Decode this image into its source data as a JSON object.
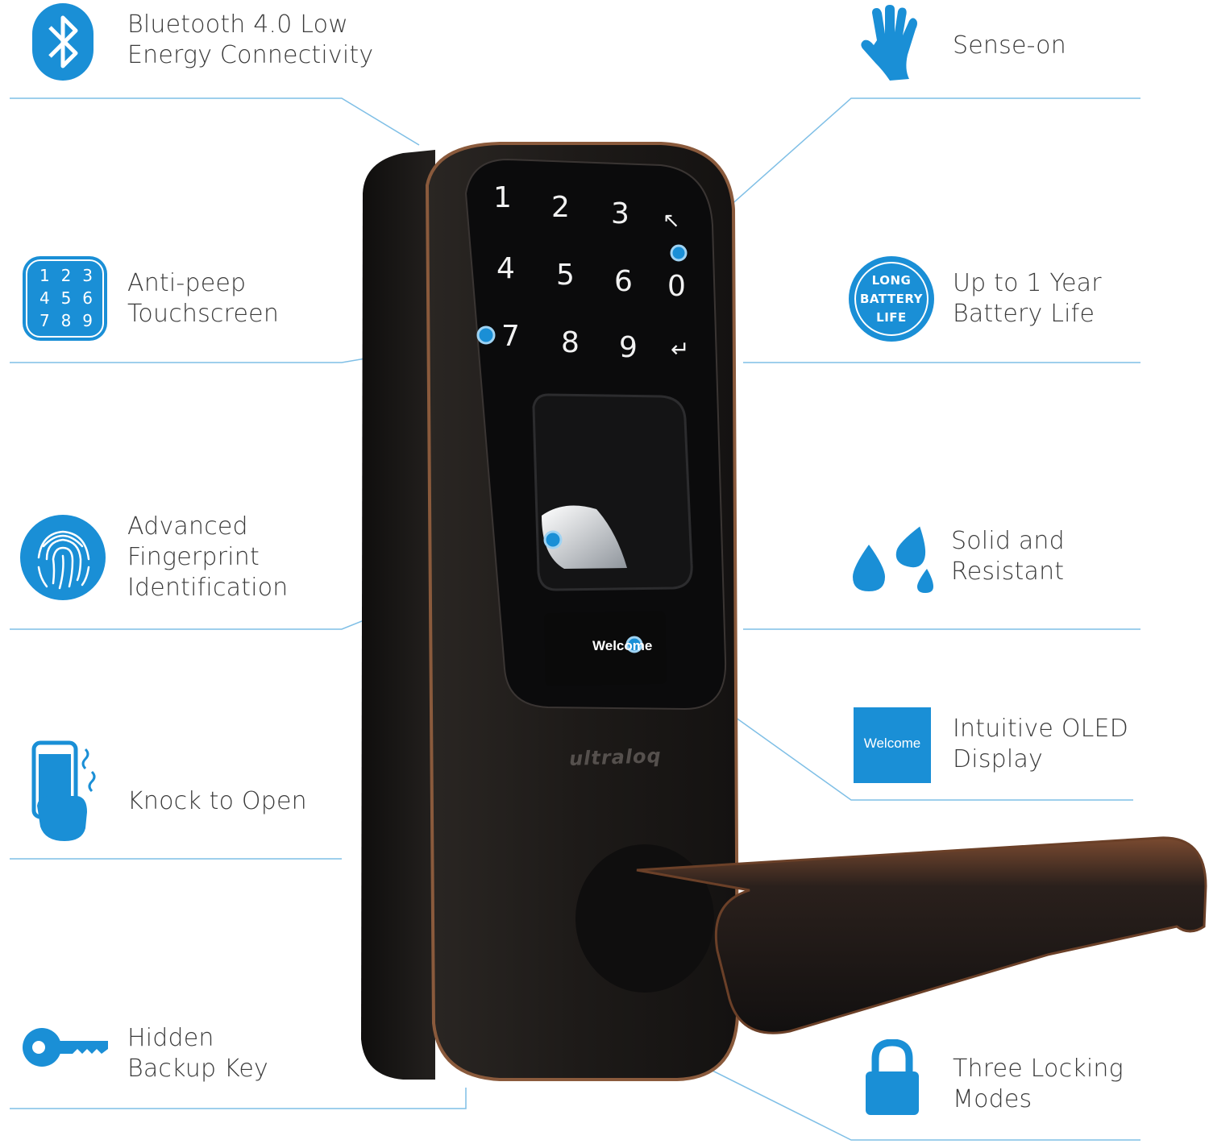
{
  "features": {
    "bluetooth": {
      "line1": "Bluetooth 4.0 Low",
      "line2": "Energy Connectivity"
    },
    "anti_peep": {
      "line1": "Anti-peep",
      "line2": "Touchscreen"
    },
    "fingerprint": {
      "line1": "Advanced",
      "line2": "Fingerprint",
      "line3": "Identification"
    },
    "knock": {
      "line1": "Knock to Open"
    },
    "backup_key": {
      "line1": "Hidden",
      "line2": "Backup Key"
    },
    "sense_on": {
      "line1": "Sense-on"
    },
    "battery": {
      "line1": "Up to 1 Year",
      "line2": "Battery Life"
    },
    "resistant": {
      "line1": "Solid and",
      "line2": "Resistant"
    },
    "oled": {
      "line1": "Intuitive OLED",
      "line2": "Display"
    },
    "locking": {
      "line1": "Three Locking",
      "line2": "Modes"
    }
  },
  "icons": {
    "keypad_digits": [
      "1",
      "2",
      "3",
      "4",
      "5",
      "6",
      "7",
      "8",
      "9"
    ],
    "battery_badge": {
      "line1": "LONG",
      "line2": "BATTERY",
      "line3": "LIFE"
    },
    "oled_badge": "Welcome"
  },
  "device": {
    "keys": [
      "1",
      "2",
      "3",
      "↖",
      "4",
      "5",
      "6",
      "0",
      "7",
      "8",
      "9",
      "↵"
    ],
    "display_text": "Welcome",
    "brand": "ultraloq"
  },
  "colors": {
    "accent": "#1a8fd6",
    "line": "#7fbfe6",
    "body": "#1e1b19",
    "bronze": "#8a5a3c"
  }
}
